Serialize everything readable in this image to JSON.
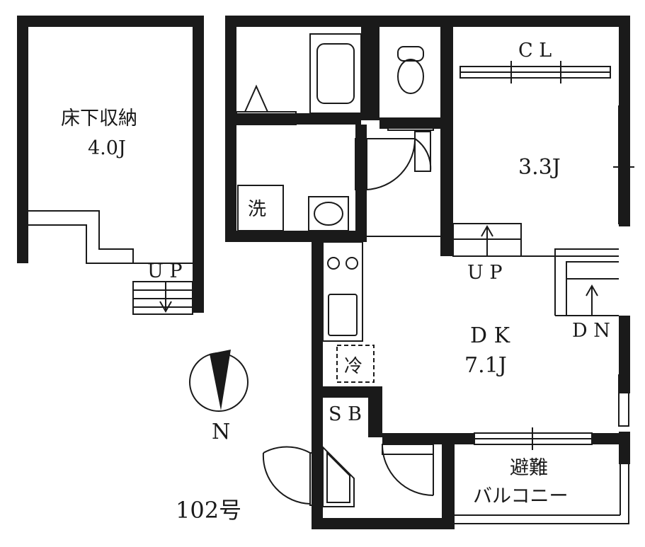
{
  "rooms": {
    "underfloor_storage": {
      "name": "床下収納",
      "size": "4.0J"
    },
    "western_room": {
      "size": "3.3J"
    },
    "closet": {
      "label": "C L"
    },
    "dining_kitchen": {
      "name": "D K",
      "size": "7.1J"
    },
    "shoe_box": {
      "label": "S B"
    },
    "washer": {
      "label": "洗"
    },
    "fridge": {
      "label": "冷"
    },
    "balcony": {
      "line1": "避難",
      "line2": "バルコニー"
    }
  },
  "stairs": {
    "loft_up": "U P",
    "room_up": "U P",
    "down": "D N"
  },
  "compass": {
    "north": "N"
  },
  "unit_number": "102号"
}
